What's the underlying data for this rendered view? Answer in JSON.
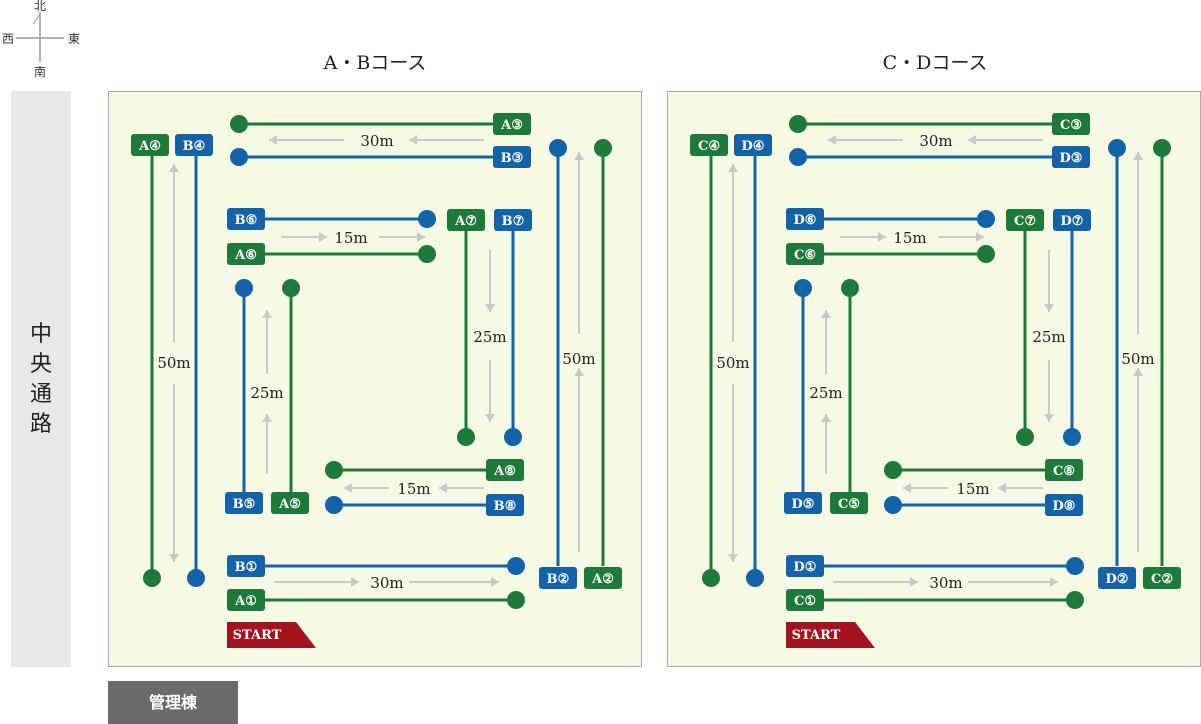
{
  "compass": {
    "north": "北",
    "south": "南",
    "east": "東",
    "west": "西"
  },
  "corridor": {
    "label": "中央通路"
  },
  "building": {
    "label": "管理棟"
  },
  "colors": {
    "green": "#1d7a3a",
    "blue": "#1463a8",
    "arrow": "#c9c9c9",
    "start": "#a31420",
    "field_bg": "#f6f9e3"
  },
  "courses": [
    {
      "title": "A・Bコース",
      "outer": "A",
      "inner": "B",
      "distances": {
        "top": "30m",
        "bottom": "30m",
        "left": "50m",
        "right": "50m",
        "mid_top": "15m",
        "mid_bottom": "15m",
        "inner_left": "25m",
        "inner_right": "25m"
      },
      "start": "START"
    },
    {
      "title": "C・Dコース",
      "outer": "C",
      "inner": "D",
      "distances": {
        "top": "30m",
        "bottom": "30m",
        "left": "50m",
        "right": "50m",
        "mid_top": "15m",
        "mid_bottom": "15m",
        "inner_left": "25m",
        "inner_right": "25m"
      },
      "start": "START"
    }
  ],
  "legs": [
    {
      "num": "①"
    },
    {
      "num": "②"
    },
    {
      "num": "③"
    },
    {
      "num": "④"
    },
    {
      "num": "⑤"
    },
    {
      "num": "⑥"
    },
    {
      "num": "⑦"
    },
    {
      "num": "⑧"
    }
  ]
}
